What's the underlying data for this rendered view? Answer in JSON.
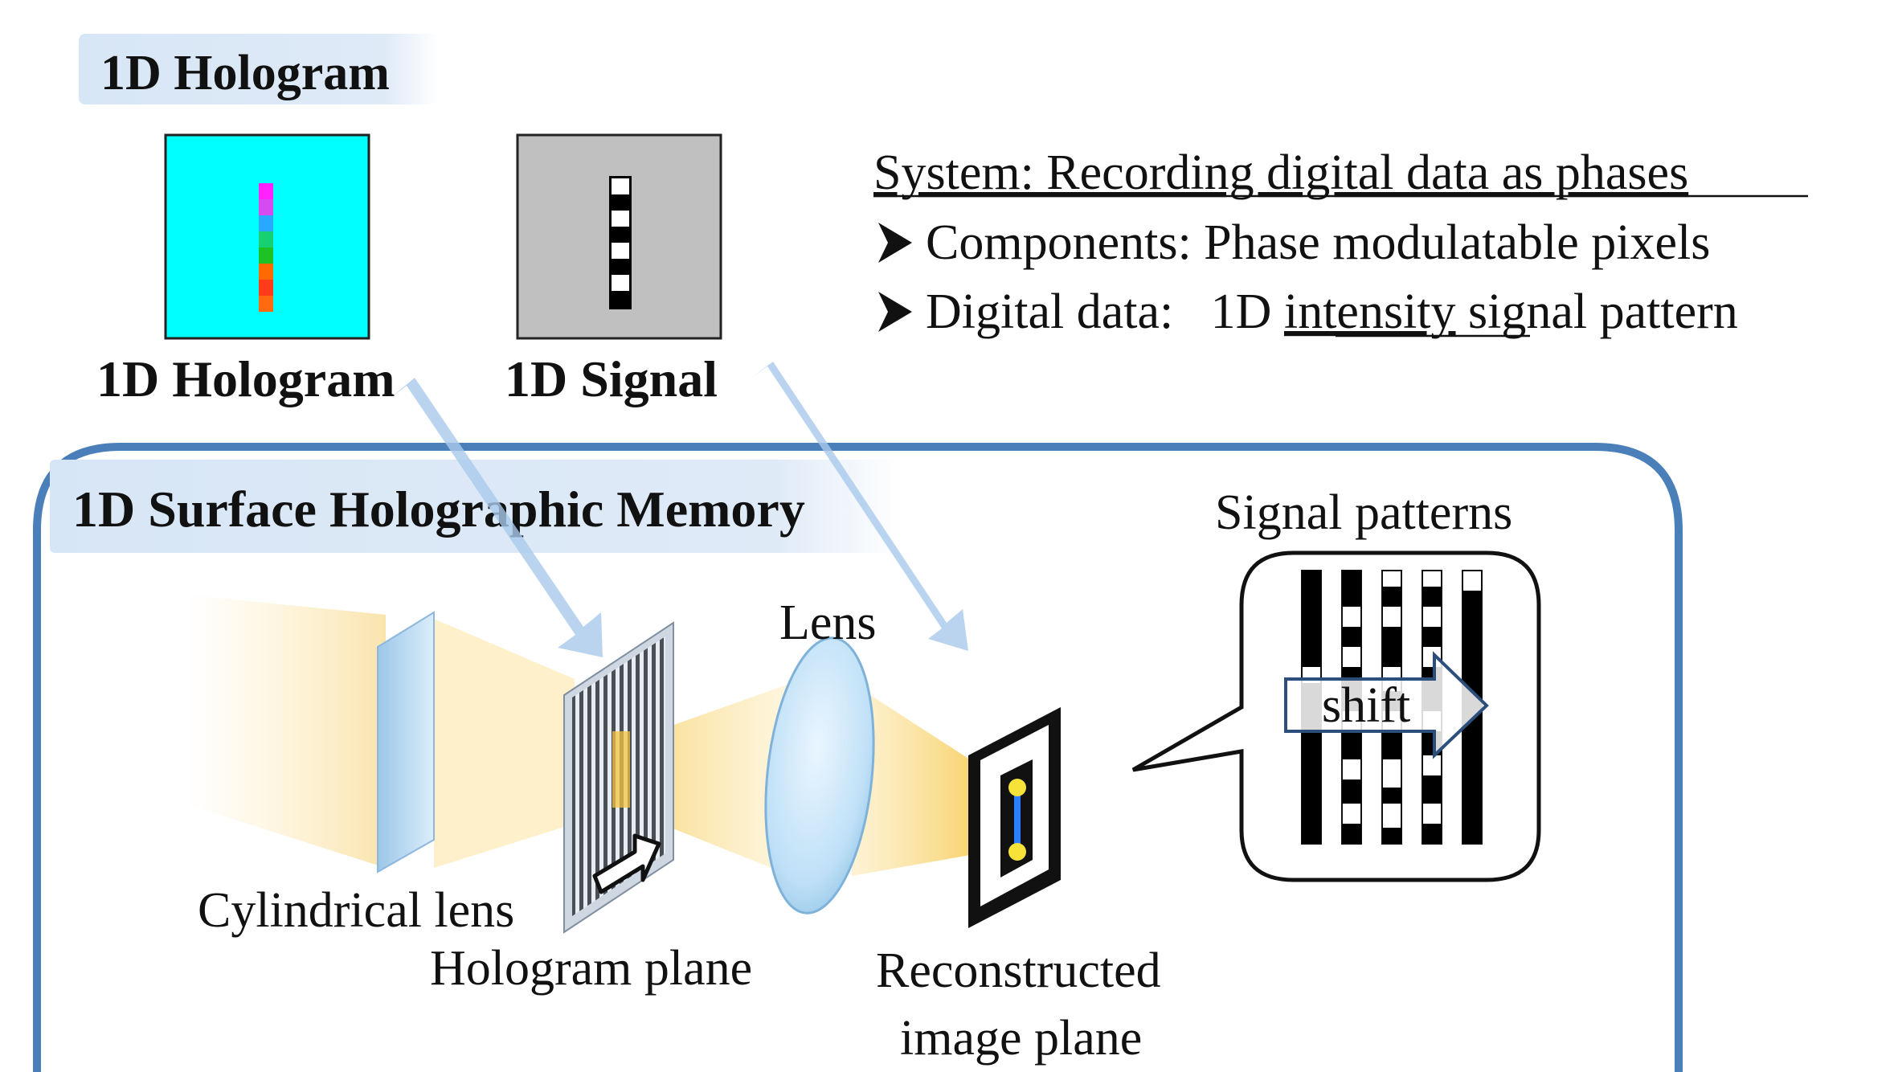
{
  "header": {
    "title": "1D Hologram"
  },
  "thumbnails": {
    "hologram_label": "1D Hologram",
    "signal_label": "1D Signal",
    "hologram_pixel_colors": [
      "#ff22ff",
      "#d64bf0",
      "#28a9ff",
      "#17d06f",
      "#1fc223",
      "#ff6a00",
      "#ff3b1a",
      "#ff6a10"
    ],
    "signal_pixels": [
      "white",
      "black",
      "white",
      "black",
      "white",
      "black",
      "white",
      "black"
    ]
  },
  "system": {
    "heading": "System: Recording digital data as phases",
    "bullet_components": "Components: Phase modulatable pixels",
    "bullet_data_prefix": "Digital data:   1D ",
    "bullet_data_underlined": "intensity",
    "bullet_data_suffix": " signal pattern"
  },
  "memory": {
    "title": "1D Surface Holographic Memory",
    "label_cylindrical_lens": "Cylindrical lens",
    "label_hologram_plane": "Hologram plane",
    "label_lens": "Lens",
    "label_reconstructed_1": "Reconstructed",
    "label_reconstructed_2": "image plane",
    "signal_patterns_title": "Signal patterns",
    "shift_label": "shift"
  },
  "colors": {
    "hologram_bg": "#00ffff",
    "signal_bg": "#c0c0c0",
    "frame_blue": "#4a7fba",
    "arrow_blue": "#a9c9ec",
    "beam_yellow": "#f5c542"
  }
}
